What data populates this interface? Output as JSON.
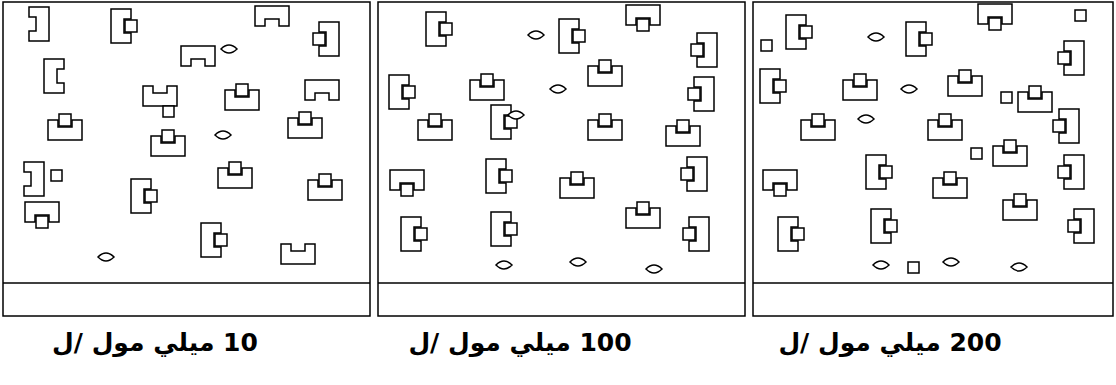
{
  "diagram": {
    "labels": [
      "10 ميلي مول /ل",
      "100 ميلي مول /ل",
      "200 ميلي مول /ل"
    ]
  }
}
